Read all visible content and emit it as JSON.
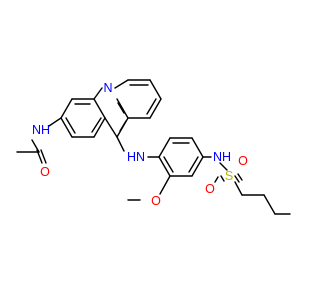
{
  "diagram": {
    "type": "chemical-structure",
    "atom_labels": {
      "n_acridine": "N",
      "nh_acetamide": "NH",
      "o_carbonyl": "O",
      "hn_anilino": "HN",
      "o_methoxy": "O",
      "nh_sulfonamide": "NH",
      "s_sulfonyl": "S",
      "o_sulfonyl_left": "O",
      "o_sulfonyl_right": "O"
    },
    "colors": {
      "bond": "#000000",
      "nitrogen": "#0000ff",
      "oxygen": "#ff0000",
      "sulfur": "#b8b800",
      "background": "#ffffff"
    }
  }
}
